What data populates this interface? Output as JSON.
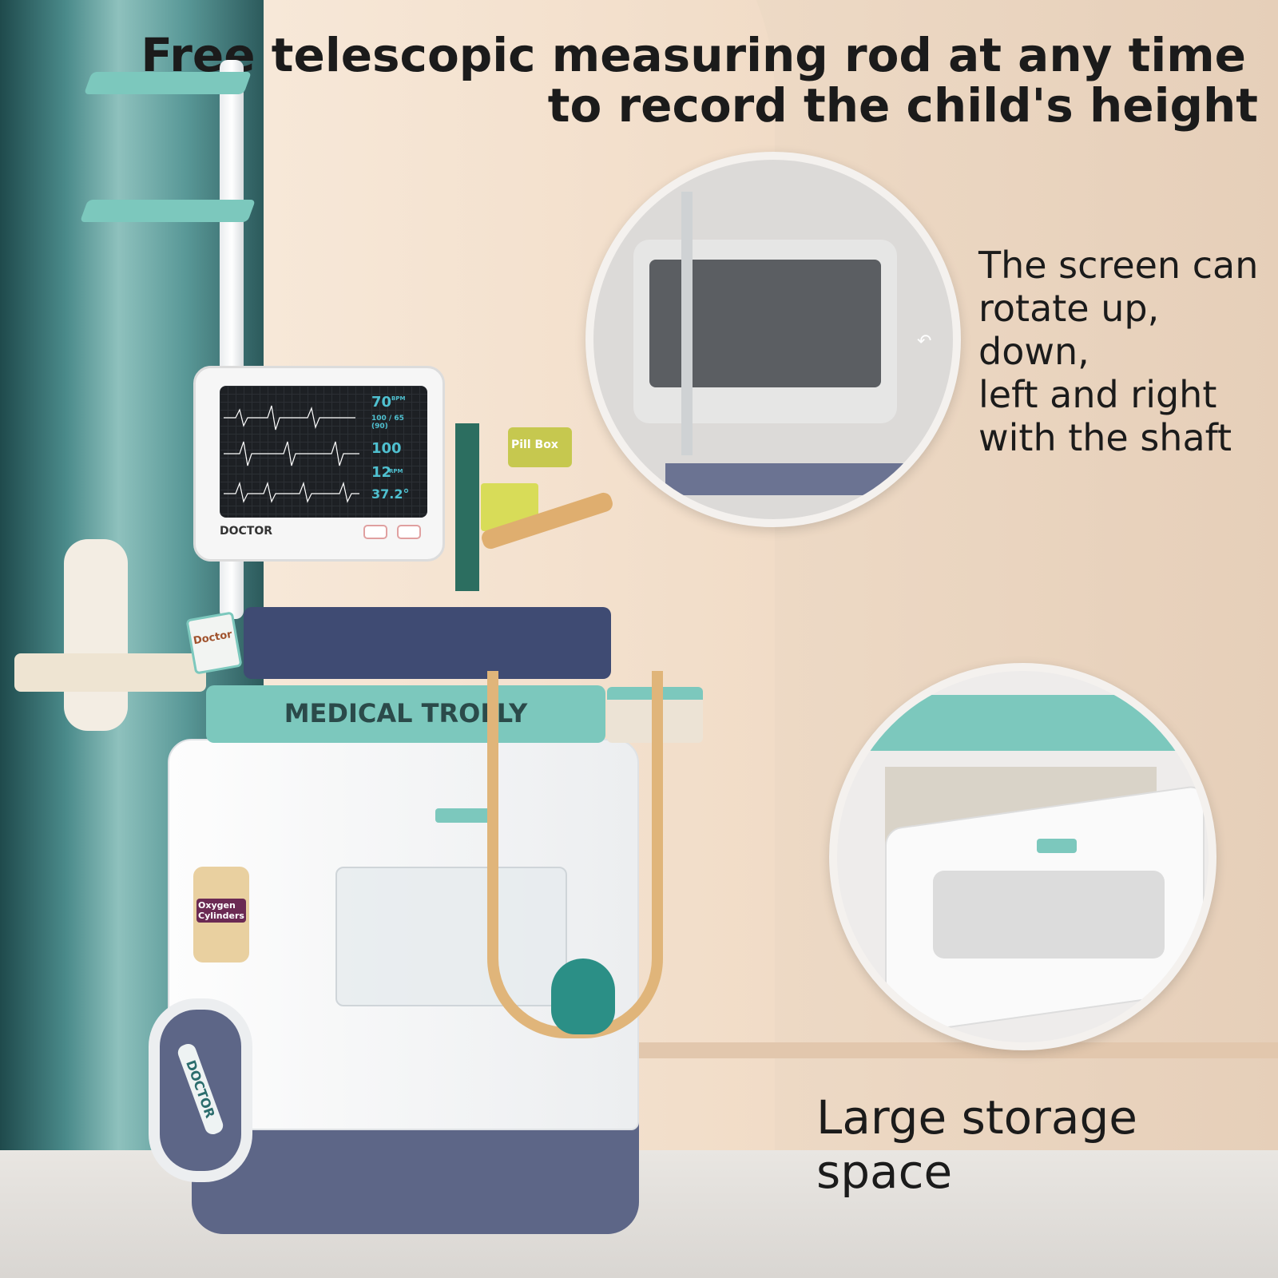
{
  "headline": {
    "line1": "Free telescopic measuring rod at any time",
    "line2": "to record the child's height"
  },
  "screen_feature": {
    "lines": [
      "The screen can",
      "rotate up, down,",
      "left and right",
      "with the shaft"
    ]
  },
  "storage_feature": {
    "label": "Large storage space"
  },
  "monitor": {
    "brand": "DOCTOR",
    "pulse": "70",
    "pulse_unit": "BPM",
    "blood_pressure": "100 / 65 (90)",
    "spo2": "100",
    "respiration": "12",
    "respiration_unit": "RPM",
    "temperature": "37.2°"
  },
  "trolley": {
    "band_label": "MEDICAL TROLLY",
    "wheel_label": "DOCTOR",
    "pill_box": "Pill Box",
    "doctor_card": "Doctor",
    "oxygen": "Oxygen Cylinders"
  },
  "colors": {
    "teal": "#7cc8bd",
    "navy": "#5d6687",
    "background": "#efdcc8"
  }
}
